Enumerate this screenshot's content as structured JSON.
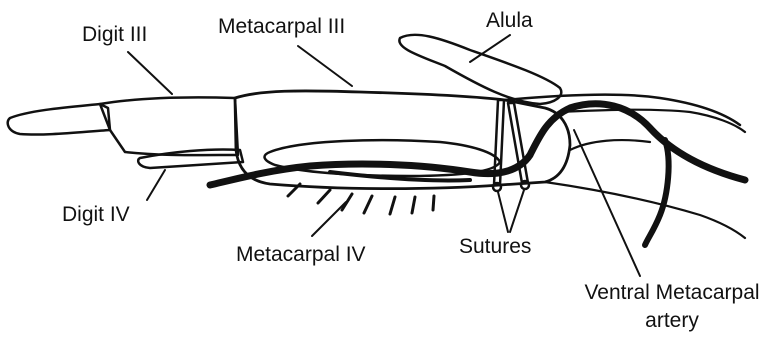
{
  "figure": {
    "labels": {
      "digit_iii": "Digit III",
      "metacarpal_iii": "Metacarpal III",
      "alula": "Alula",
      "digit_iv": "Digit IV",
      "metacarpal_iv": "Metacarpal IV",
      "sutures": "Sutures",
      "ventral_metacarpal_line1": "Ventral Metacarpal",
      "ventral_metacarpal_line2": "artery"
    },
    "colors": {
      "ink": "#111111",
      "background": "#ffffff"
    }
  }
}
